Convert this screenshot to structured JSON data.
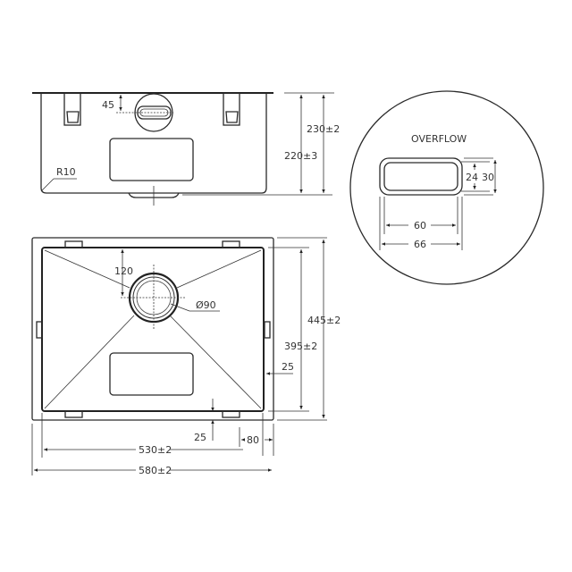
{
  "side_view": {
    "dim_overflow_height": "45",
    "dim_inner_depth": "220±3",
    "dim_total_depth": "230±2",
    "corner_radius": "R10"
  },
  "overflow_detail": {
    "title": "OVERFLOW",
    "inner_width": "60",
    "outer_width": "66",
    "inner_height": "24",
    "outer_height": "30"
  },
  "top_view": {
    "drain_offset": "120",
    "drain_diameter": "Ø90",
    "outer_depth": "445±2",
    "inner_depth": "395±2",
    "side_margin": "25",
    "bottom_margin": "25",
    "drain_rear_offset": "80",
    "inner_width": "530±2",
    "outer_width": "580±2"
  }
}
